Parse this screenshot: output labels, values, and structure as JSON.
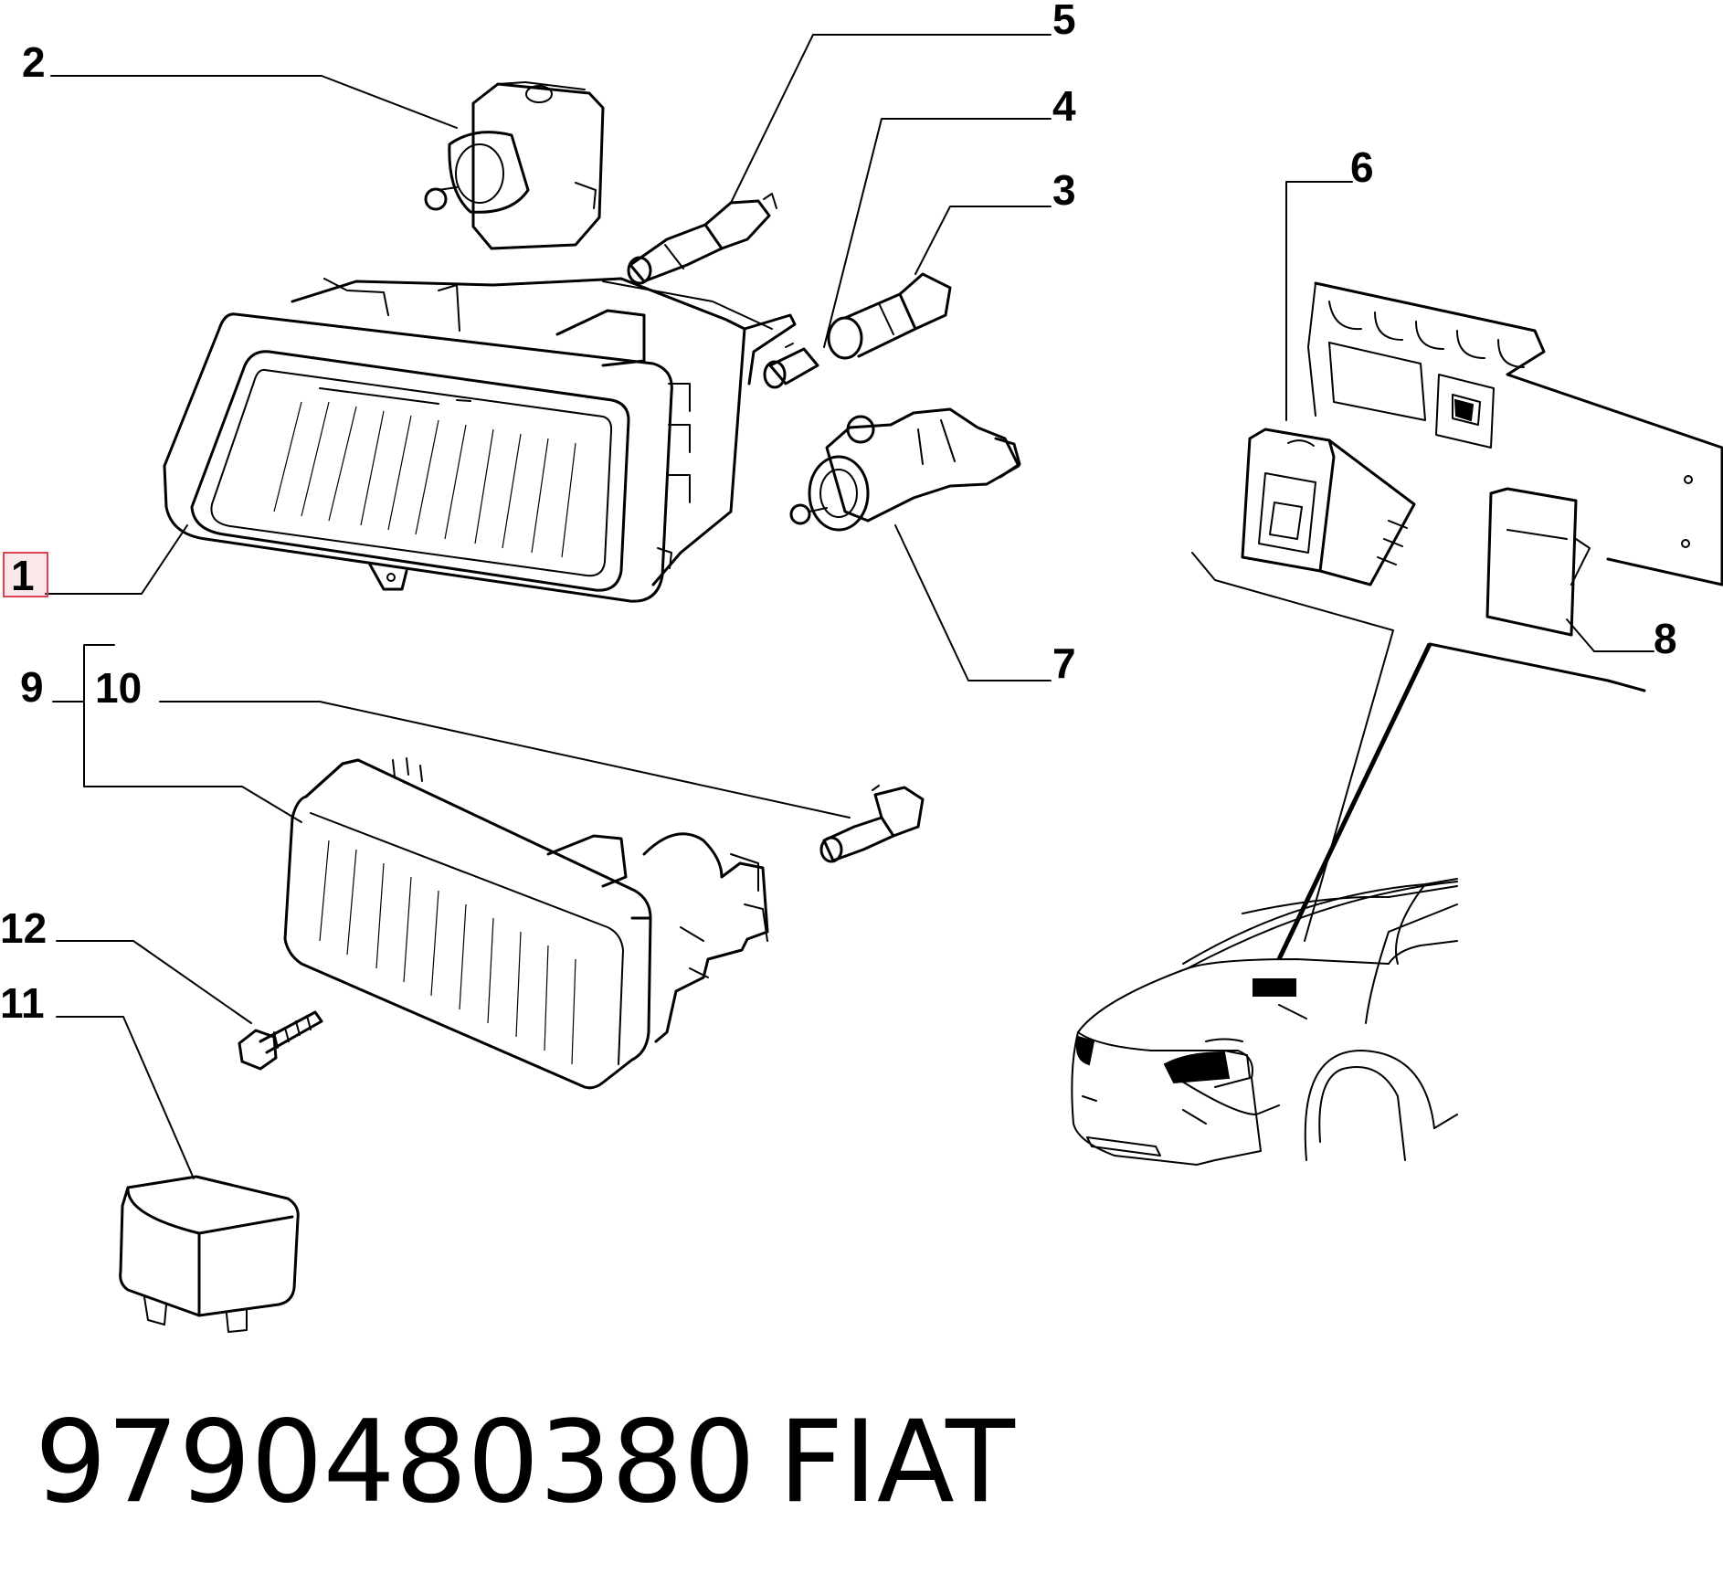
{
  "callouts": {
    "c1": "1",
    "c2": "2",
    "c3": "3",
    "c4": "4",
    "c5": "5",
    "c6": "6",
    "c7": "7",
    "c8": "8",
    "c9": "9",
    "c10": "10",
    "c11": "11",
    "c12": "12"
  },
  "footer": {
    "part_number": "9790480380",
    "brand": "FIAT"
  },
  "highlight_color": "#e04050"
}
